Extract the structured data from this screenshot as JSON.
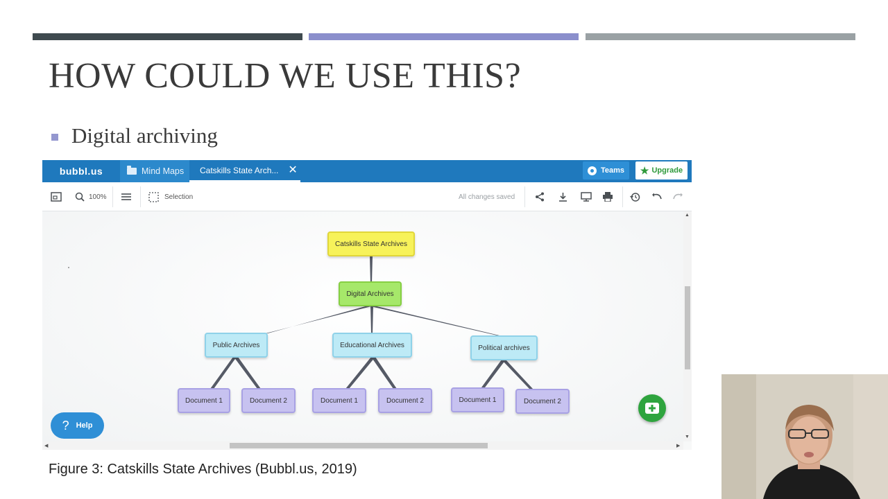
{
  "slide": {
    "title": "HOW COULD WE USE THIS?",
    "bullet": "Digital archiving",
    "caption": "Figure 3: Catskills State Archives (Bubbl.us, 2019)"
  },
  "colors": {
    "bar_dark": "#3f4a4f",
    "bar_purple": "#8b8fcc",
    "bar_gray": "#9aa1a4",
    "app_blue": "#1f79bd",
    "add_green": "#2ea43e"
  },
  "app": {
    "logo": "bubbl.us",
    "tabs": [
      {
        "label": "Mind Maps",
        "icon": "folder-icon"
      },
      {
        "label": "Catskills State Arch...",
        "active": true
      }
    ],
    "teams_label": "Teams",
    "upgrade_label": "Upgrade",
    "toolbar": {
      "zoom": "100%",
      "selection": "Selection",
      "status": "All changes saved"
    },
    "help_label": "Help",
    "mindmap": {
      "root": "Catskills State Archives",
      "level1": "Digital Archives",
      "level2": [
        "Public Archives",
        "Educational Archives",
        "Political archives"
      ],
      "documents": [
        "Document 1",
        "Document 2",
        "Document 1",
        "Document 2",
        "Document 1",
        "Document 2"
      ]
    }
  }
}
